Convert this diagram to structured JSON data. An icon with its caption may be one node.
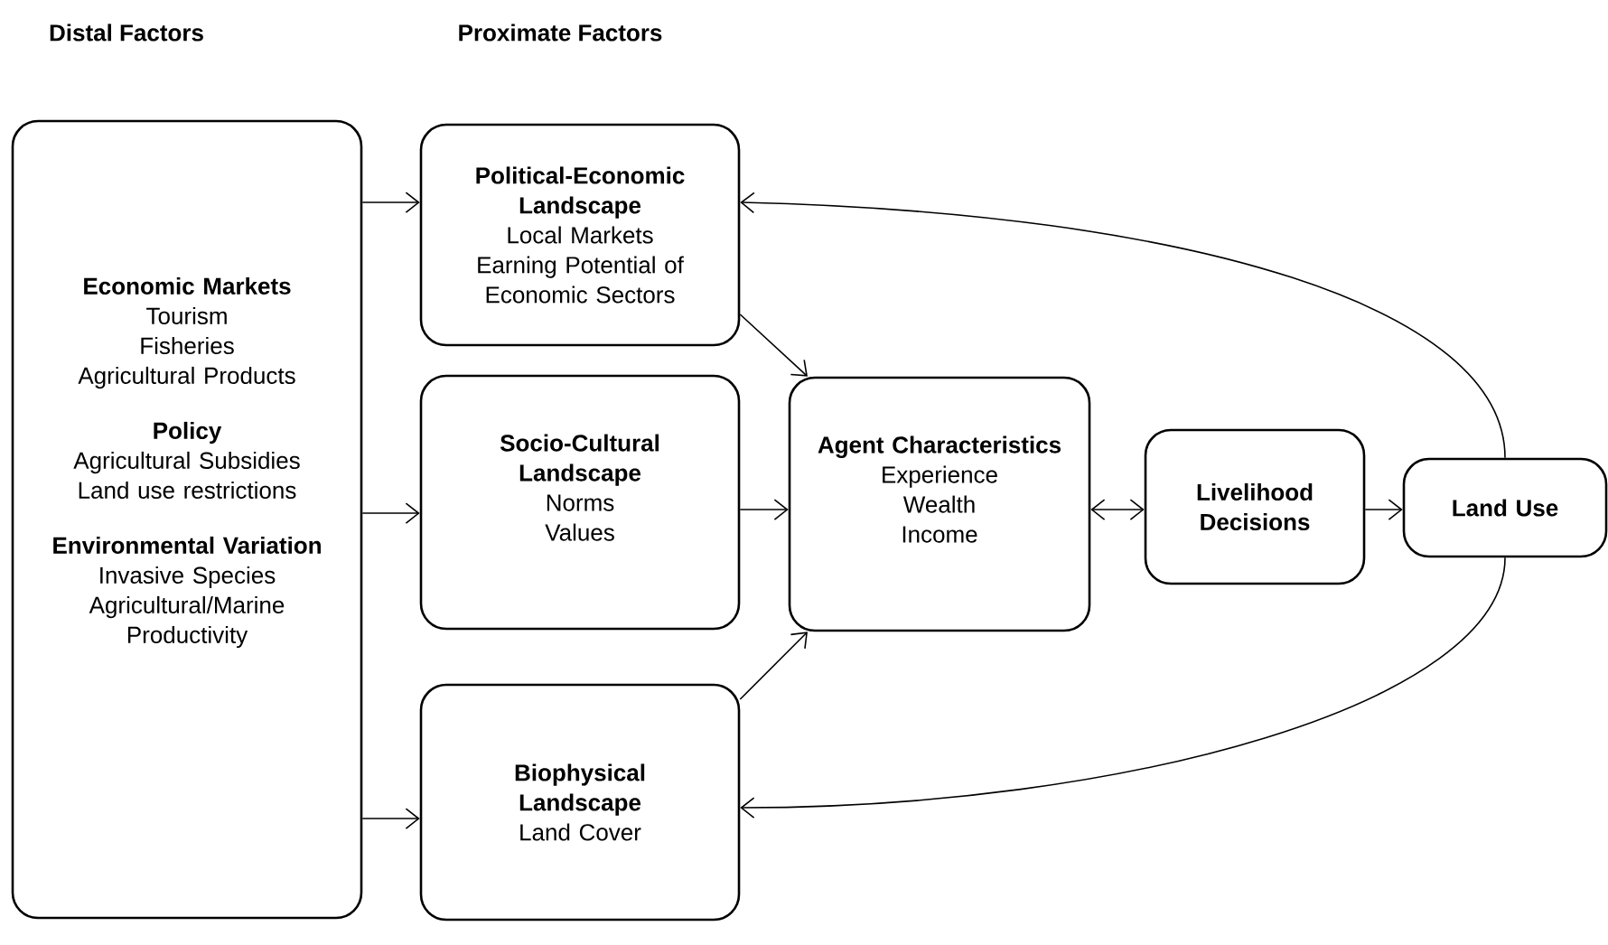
{
  "diagram": {
    "nodes": [
      {
        "text": [
          "Economic Markets",
          "Tourism",
          "Fisheries",
          "Agricultural Products",
          "Policy",
          "Agricultural Subsidies",
          "Land use restrictions",
          "Environmental Variation",
          "Invasive Species",
          "Agricultural/Marine Productivity"
        ]
      },
      {
        "text": [
          "Political-Economic Landscape",
          "Local Markets",
          "Earning Potential of Economic Sectors"
        ]
      },
      {
        "text": [
          "Socio-Cultural Landscape",
          "Norms",
          "Values"
        ]
      },
      {
        "text": [
          "Biophysical Landscape",
          "Land Cover"
        ]
      },
      {
        "text": [
          "Agent Characteristics",
          "Experience",
          "Wealth",
          "Income"
        ]
      },
      {
        "text": [
          "Livelihood Decisions"
        ]
      },
      {
        "text": [
          "Land Use"
        ]
      }
    ],
    "edges": [
      {
        "from": 0,
        "to": 1,
        "arrow": "to"
      },
      {
        "from": 0,
        "to": 2,
        "arrow": "to"
      },
      {
        "from": 0,
        "to": 3,
        "arrow": "to"
      },
      {
        "from": 1,
        "to": 4,
        "arrow": "to"
      },
      {
        "from": 2,
        "to": 4,
        "arrow": "to"
      },
      {
        "from": 3,
        "to": 4,
        "arrow": "to"
      },
      {
        "from": 4,
        "to": 5,
        "arrow": "both"
      },
      {
        "from": 5,
        "to": 6,
        "arrow": "to"
      },
      {
        "from": 6,
        "to": 1,
        "arrow": "to"
      },
      {
        "from": 6,
        "to": 3,
        "arrow": "to"
      }
    ],
    "labels": [
      "Distal Factors",
      "Proximate Factors"
    ]
  }
}
